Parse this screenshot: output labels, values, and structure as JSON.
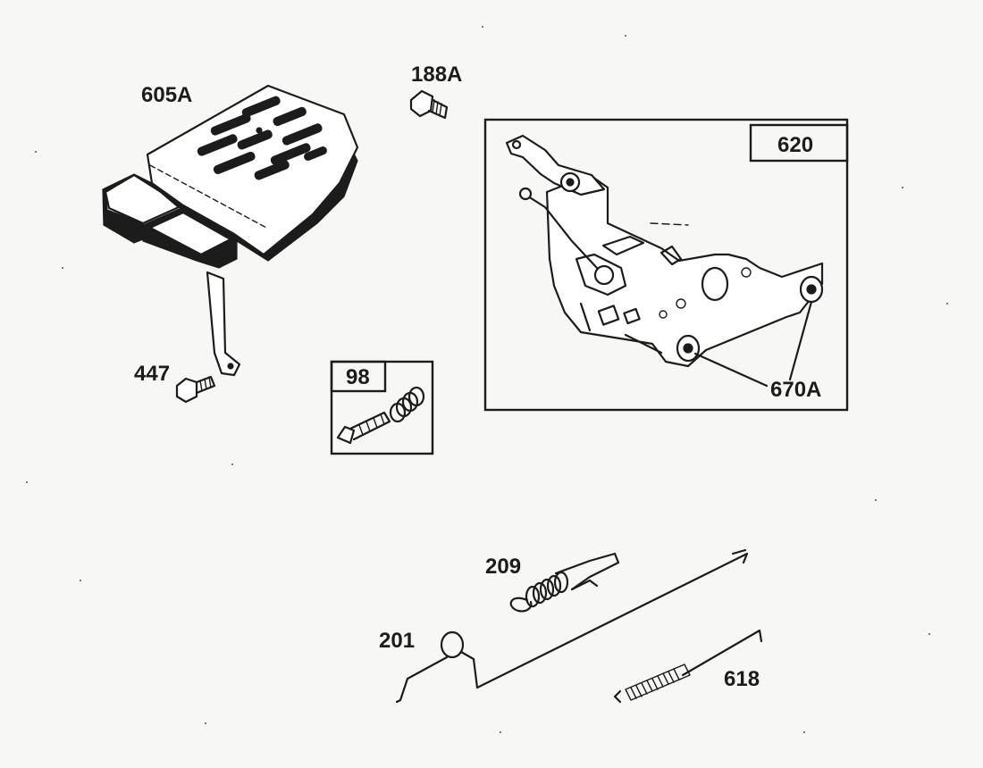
{
  "callouts": {
    "p605A": "605A",
    "p188A": "188A",
    "p447": "447",
    "p98": "98",
    "p620": "620",
    "p670A": "670A",
    "p209": "209",
    "p201": "201",
    "p618": "618"
  },
  "colors": {
    "ink": "#1c1c1c",
    "paper": "#f7f7f5"
  }
}
